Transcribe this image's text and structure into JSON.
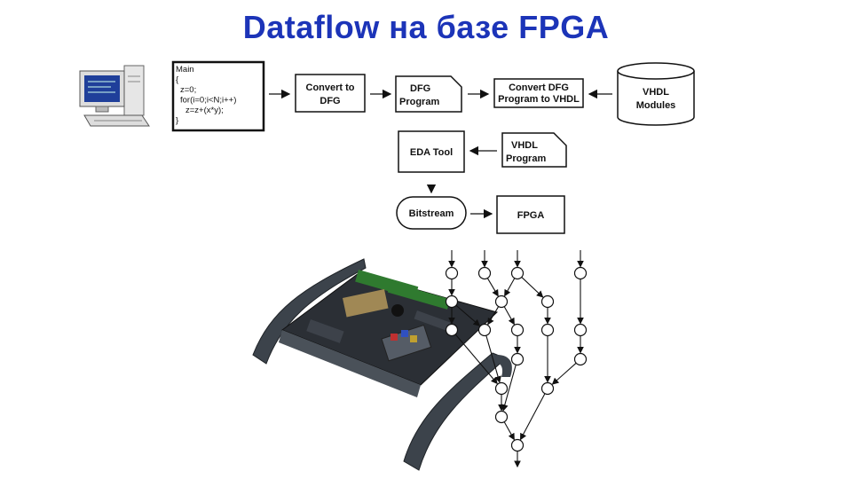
{
  "slide": {
    "title": "Dataflow на базе FPGA"
  },
  "code_block": {
    "lines": [
      "Main",
      "{",
      "  z=0;",
      "  for(i=0;i<N;i++)",
      "    z=z+(x*y);",
      "}"
    ]
  },
  "boxes": {
    "convert": [
      "Convert to",
      "DFG"
    ],
    "dfg_program": [
      "DFG",
      "Program"
    ],
    "convert_vhdl": [
      "Convert DFG",
      "Program to VHDL"
    ],
    "vhdl_modules": [
      "VHDL",
      "Modules"
    ],
    "vhdl_program": [
      "VHDL",
      "Program"
    ],
    "eda_tool": "EDA Tool",
    "bitstream": "Bitstream",
    "fpga": "FPGA"
  },
  "colors": {
    "title": "#1c34b8",
    "board": "#2b2f35",
    "board_accent": "#5b6470"
  },
  "icons": {
    "computer": "desktop-computer-icon",
    "board": "fpga-board-photo"
  }
}
